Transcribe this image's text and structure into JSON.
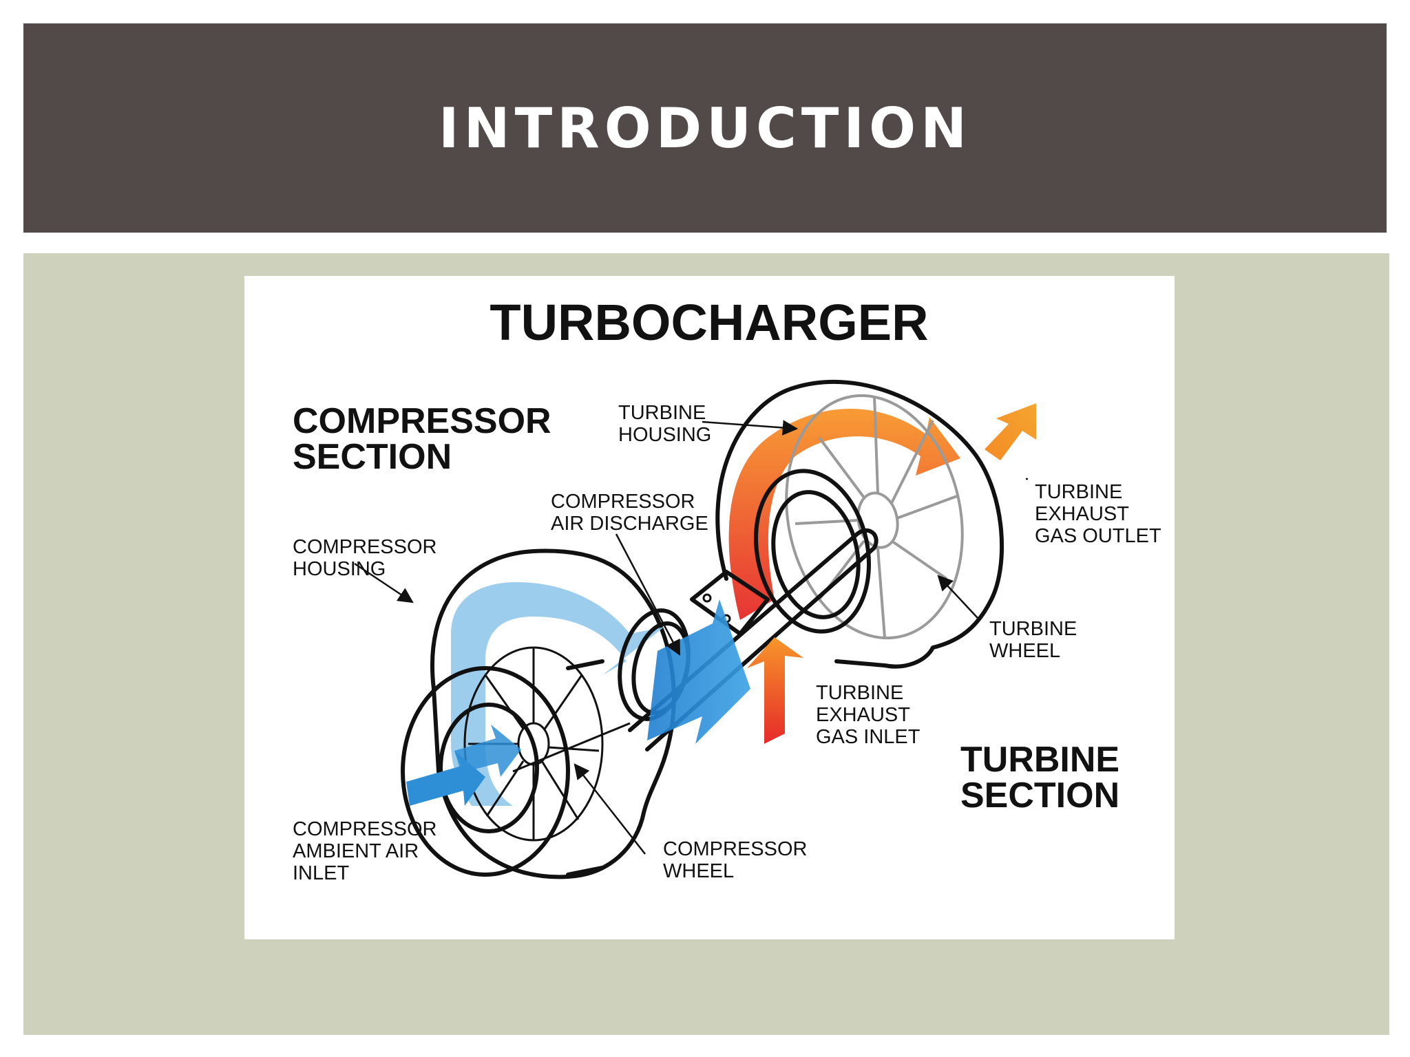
{
  "slide": {
    "title": "INTRODUCTION"
  },
  "diagram": {
    "title": "TURBOCHARGER",
    "compressor_section": [
      "COMPRESSOR",
      "SECTION"
    ],
    "turbine_section": [
      "TURBINE",
      "SECTION"
    ],
    "labels": {
      "turbine_housing": [
        "TURBINE",
        "HOUSING"
      ],
      "compressor_air_discharge": [
        "COMPRESSOR",
        "AIR DISCHARGE"
      ],
      "compressor_housing": [
        "COMPRESSOR",
        "HOUSING"
      ],
      "turbine_exhaust_gas_outlet": [
        "TURBINE",
        "EXHAUST",
        "GAS OUTLET"
      ],
      "turbine_wheel": [
        "TURBINE",
        "WHEEL"
      ],
      "turbine_exhaust_gas_inlet": [
        "TURBINE",
        "EXHAUST",
        "GAS INLET"
      ],
      "compressor_ambient_air_inlet": [
        "COMPRESSOR",
        "AMBIENT AIR",
        "INLET"
      ],
      "compressor_wheel": [
        "COMPRESSOR",
        "WHEEL"
      ]
    },
    "colors": {
      "air_flow": "#2f8fd6",
      "air_flow_light": "#8cc4ea",
      "exhaust_hot": "#e8352b",
      "exhaust_warm": "#f58a24"
    }
  }
}
